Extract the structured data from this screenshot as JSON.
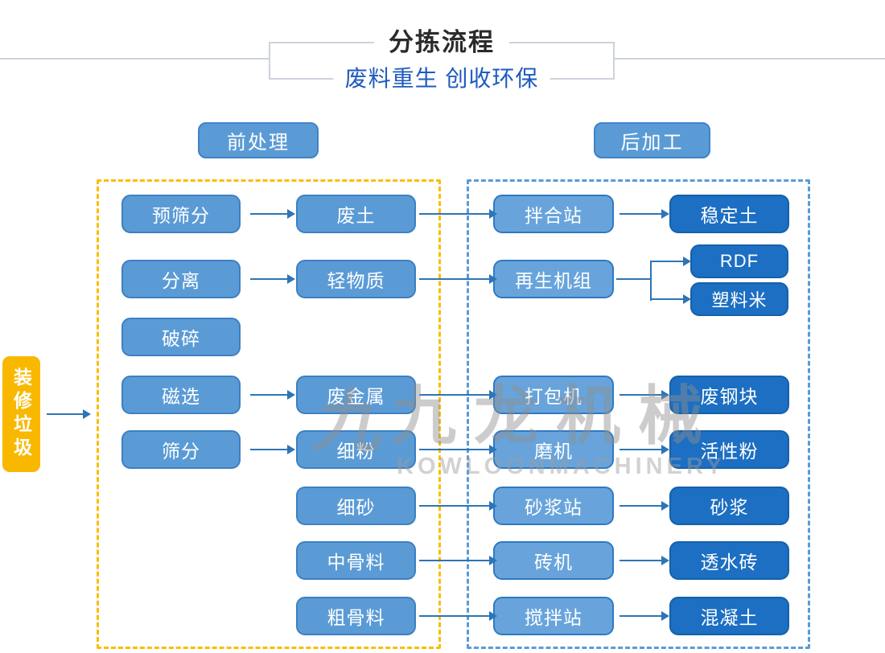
{
  "header": {
    "title": "分拣流程",
    "subtitle": "废料重生 创收环保"
  },
  "sections": {
    "pre_label": "前处理",
    "post_label": "后加工"
  },
  "source_label": "装修垃圾",
  "columns": {
    "pretreatment": [
      "预筛分",
      "分离",
      "破碎",
      "磁选",
      "筛分"
    ],
    "materials": [
      "废土",
      "轻物质",
      "废金属",
      "细粉",
      "细砂",
      "中骨料",
      "粗骨料"
    ],
    "processing": [
      "拌合站",
      "再生机组",
      "打包机",
      "磨机",
      "砂浆站",
      "砖机",
      "搅拌站"
    ],
    "products": [
      "稳定土",
      "RDF",
      "塑料米",
      "废钢块",
      "活性粉",
      "砂浆",
      "透水砖",
      "混凝土"
    ]
  },
  "flows": [
    {
      "from": "装修垃圾",
      "to": "前处理"
    },
    {
      "from": "预筛分",
      "to": "废土"
    },
    {
      "from": "废土",
      "to": "拌合站"
    },
    {
      "from": "拌合站",
      "to": "稳定土"
    },
    {
      "from": "分离",
      "to": "轻物质"
    },
    {
      "from": "轻物质",
      "to": "再生机组"
    },
    {
      "from": "再生机组",
      "to": "RDF"
    },
    {
      "from": "再生机组",
      "to": "塑料米"
    },
    {
      "from": "磁选",
      "to": "废金属"
    },
    {
      "from": "废金属",
      "to": "打包机"
    },
    {
      "from": "打包机",
      "to": "废钢块"
    },
    {
      "from": "筛分",
      "to": "细粉"
    },
    {
      "from": "细粉",
      "to": "磨机"
    },
    {
      "from": "磨机",
      "to": "活性粉"
    },
    {
      "from": "细砂",
      "to": "砂浆站"
    },
    {
      "from": "砂浆站",
      "to": "砂浆"
    },
    {
      "from": "中骨料",
      "to": "砖机"
    },
    {
      "from": "砖机",
      "to": "透水砖"
    },
    {
      "from": "粗骨料",
      "to": "搅拌站"
    },
    {
      "from": "搅拌站",
      "to": "混凝土"
    }
  ],
  "watermark": {
    "logo_glyph": "九",
    "name": "九龙机械",
    "english": "KOWLOONMACHINERY"
  },
  "colors": {
    "light_box": "#5B9BD5",
    "light_box2": "#68A4DB",
    "dark_box": "#1C6FC2",
    "source_yellow": "#F9B800",
    "dash_yellow": "#FBBD08",
    "dash_blue": "#5B9BD5",
    "arrow": "#2E75B6",
    "subtitle_blue": "#1E5BBF"
  }
}
